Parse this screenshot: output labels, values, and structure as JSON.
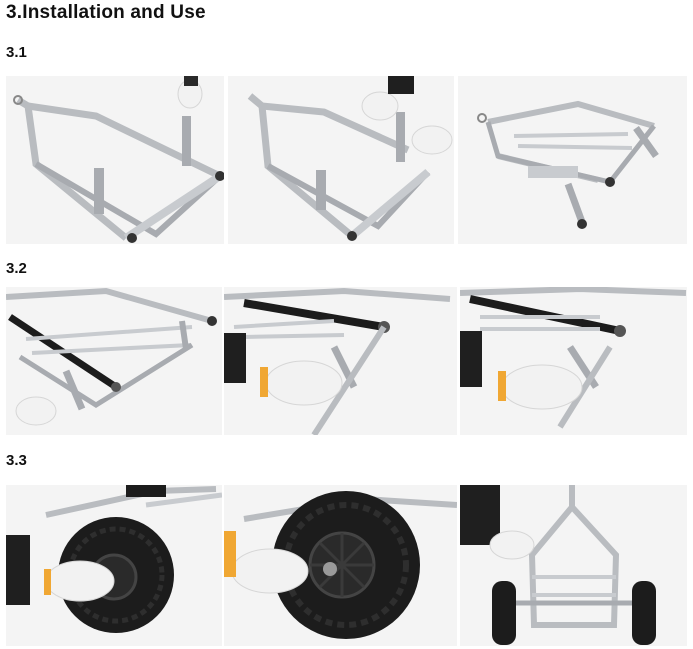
{
  "page": {
    "title": "3.Installation and Use"
  },
  "steps": [
    {
      "label": "3.1",
      "photos": [
        "frame-with-posts-icon",
        "hand-attaching-post-icon",
        "assembled-cart-frame-icon"
      ]
    },
    {
      "label": "3.2",
      "photos": [
        "frame-with-axle-icon",
        "hand-inserting-pin-icon",
        "hand-locking-pin-icon"
      ]
    },
    {
      "label": "3.3",
      "photos": [
        "hand-on-wheel-icon",
        "hand-fixing-wheel-nut-icon",
        "upright-cart-with-wheels-icon"
      ]
    }
  ],
  "colors": {
    "photo_background": "#f4f4f4",
    "steel": "#b9bcc0",
    "steel_dark": "#6d7177",
    "tyre": "#1c1c1c",
    "glove": "#f2f2f2",
    "sleeve": "#1f1f1f"
  }
}
